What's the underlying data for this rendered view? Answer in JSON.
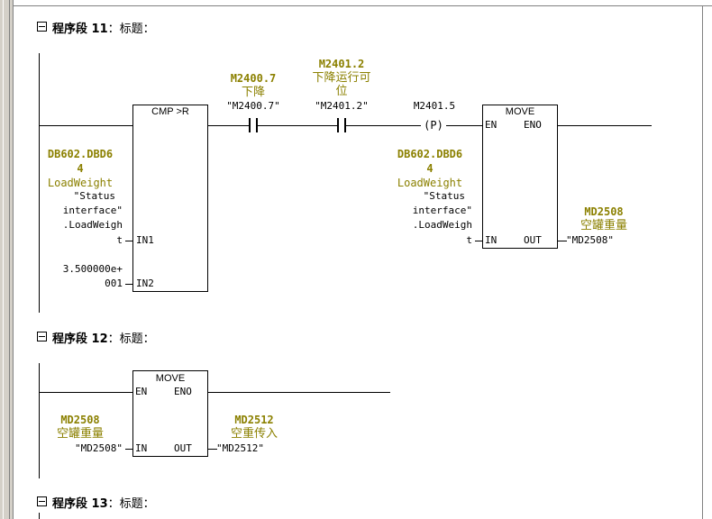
{
  "colors": {
    "symbol": "#8b8000",
    "line": "#000000",
    "bg": "#ffffff"
  },
  "networks": [
    {
      "prefix": "程序段",
      "num": "11",
      "title": "：标题："
    },
    {
      "prefix": "程序段",
      "num": "12",
      "title": "：标题："
    },
    {
      "prefix": "程序段",
      "num": "13",
      "title": "：标题："
    }
  ],
  "n11": {
    "cmp": {
      "title": "CMP >R",
      "in1": "IN1",
      "in2": "IN2"
    },
    "in1_var": {
      "sym1": "DB602.DBD6",
      "sym2": "4",
      "sym3": "LoadWeight",
      "l1": "\"Status",
      "l2": "interface\"",
      "l3": ".LoadWeigh",
      "l4": "t"
    },
    "in2_const": {
      "l1": "3.500000e+",
      "l2": "001"
    },
    "c1": {
      "addr": "M2400.7",
      "comment": "下降",
      "name": "\"M2400.7\""
    },
    "c2": {
      "addr": "M2401.2",
      "comment1": "下降运行可",
      "comment2": "位",
      "name": "\"M2401.2\""
    },
    "pcoil": {
      "addr": "M2401.5",
      "sym": "(P)"
    },
    "move": {
      "title": "MOVE",
      "en": "EN",
      "eno": "ENO",
      "in": "IN",
      "out": "OUT"
    },
    "move_in": {
      "sym1": "DB602.DBD6",
      "sym2": "4",
      "sym3": "LoadWeight",
      "l1": "\"Status",
      "l2": "interface\"",
      "l3": ".LoadWeigh",
      "l4": "t"
    },
    "move_out": {
      "addr": "MD2508",
      "comment": "空罐重量",
      "name": "\"MD2508\""
    }
  },
  "n12": {
    "move": {
      "title": "MOVE",
      "en": "EN",
      "eno": "ENO",
      "in": "IN",
      "out": "OUT"
    },
    "in": {
      "addr": "MD2508",
      "comment": "空罐重量",
      "name": "\"MD2508\""
    },
    "out": {
      "addr": "MD2512",
      "comment": "空重传入",
      "name": "\"MD2512\""
    }
  }
}
